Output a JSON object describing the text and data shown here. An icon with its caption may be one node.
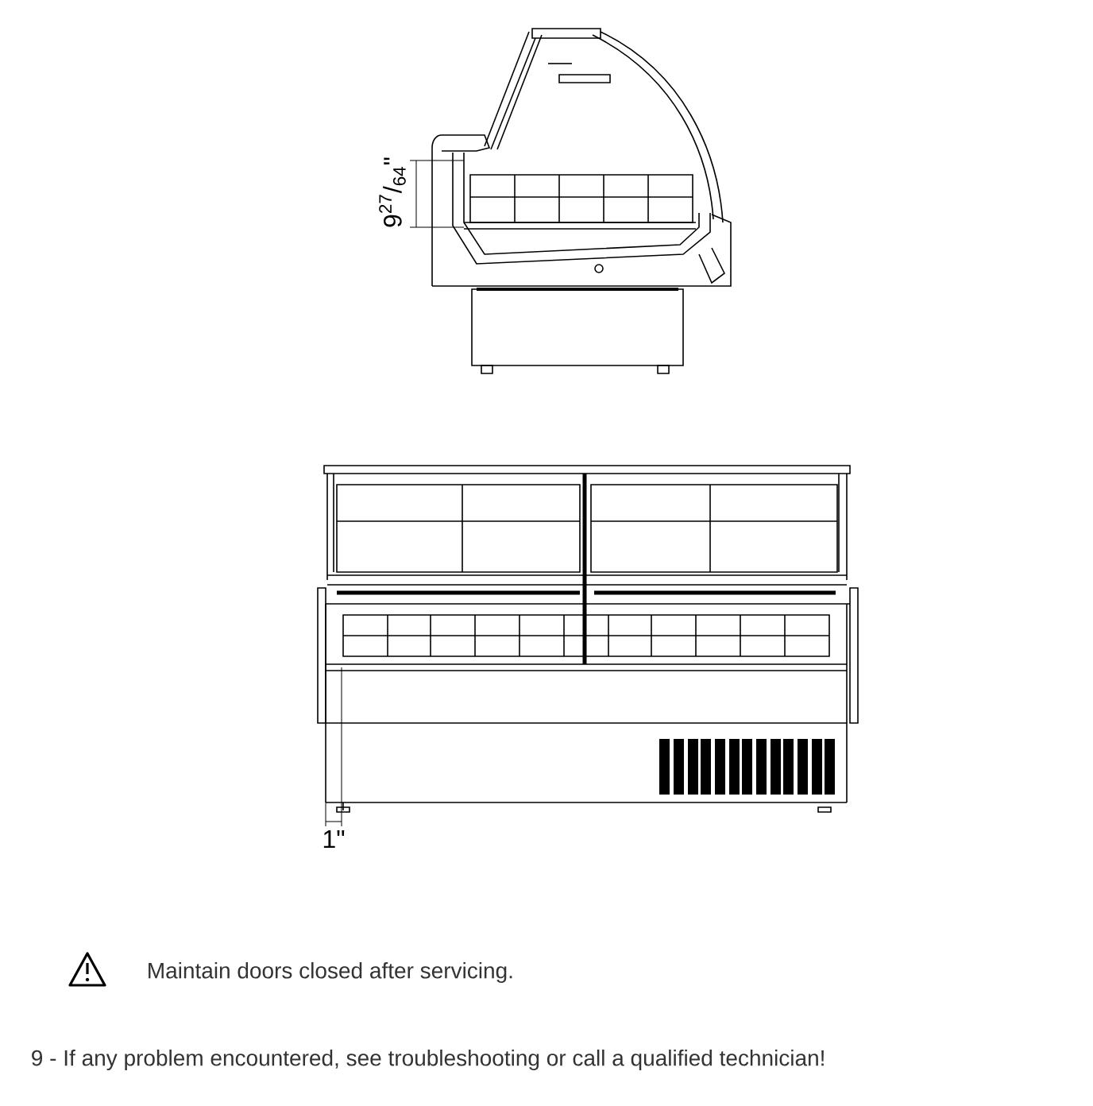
{
  "diagram": {
    "labels": [
      "9$^{27}$/$_{64}$\"",
      "1\"",
      "Maintain doors closed after servicing.",
      "9 - If any problem encountered, see troubleshooting or call a qualified technician!"
    ]
  }
}
